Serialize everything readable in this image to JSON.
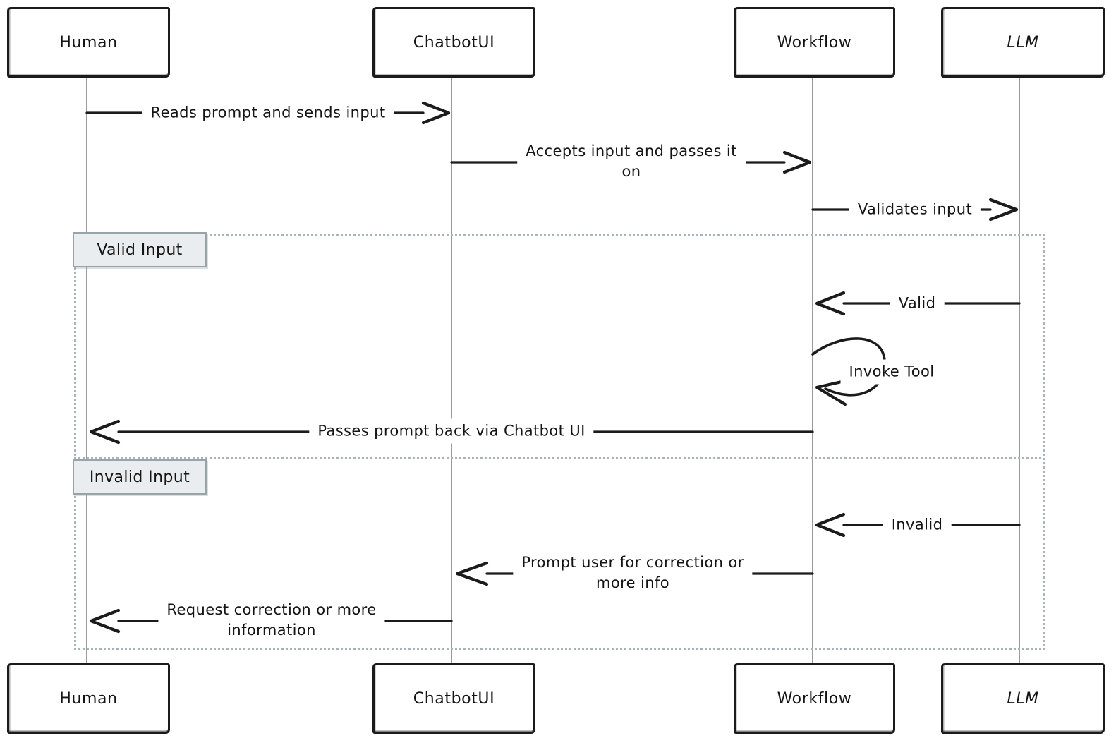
{
  "actors": [
    {
      "label": "Human"
    },
    {
      "label": "ChatbotUI"
    },
    {
      "label": "Workflow"
    },
    {
      "label": "LLM"
    }
  ],
  "messages": {
    "reads_prompt": "Reads prompt and sends input",
    "accepts_input": "Accepts input and passes it\non",
    "validates_input": "Validates input",
    "valid": "Valid",
    "invoke_tool": "Invoke Tool",
    "passes_back": "Passes prompt back via Chatbot UI",
    "invalid": "Invalid",
    "prompt_user": "Prompt user for correction or\nmore info",
    "request_correction": "Request correction or more\ninformation"
  },
  "frames": {
    "valid": "Valid Input",
    "invalid": "Invalid Input"
  },
  "colors": {
    "stroke": "#1b1b1b",
    "lifeline": "#9b9b9b",
    "frame_dotted": "#a9b3bb",
    "frame_label_bg": "#e9edef",
    "frame_label_border": "#98a3aa",
    "text": "#141414",
    "bg": "#ffffff"
  }
}
